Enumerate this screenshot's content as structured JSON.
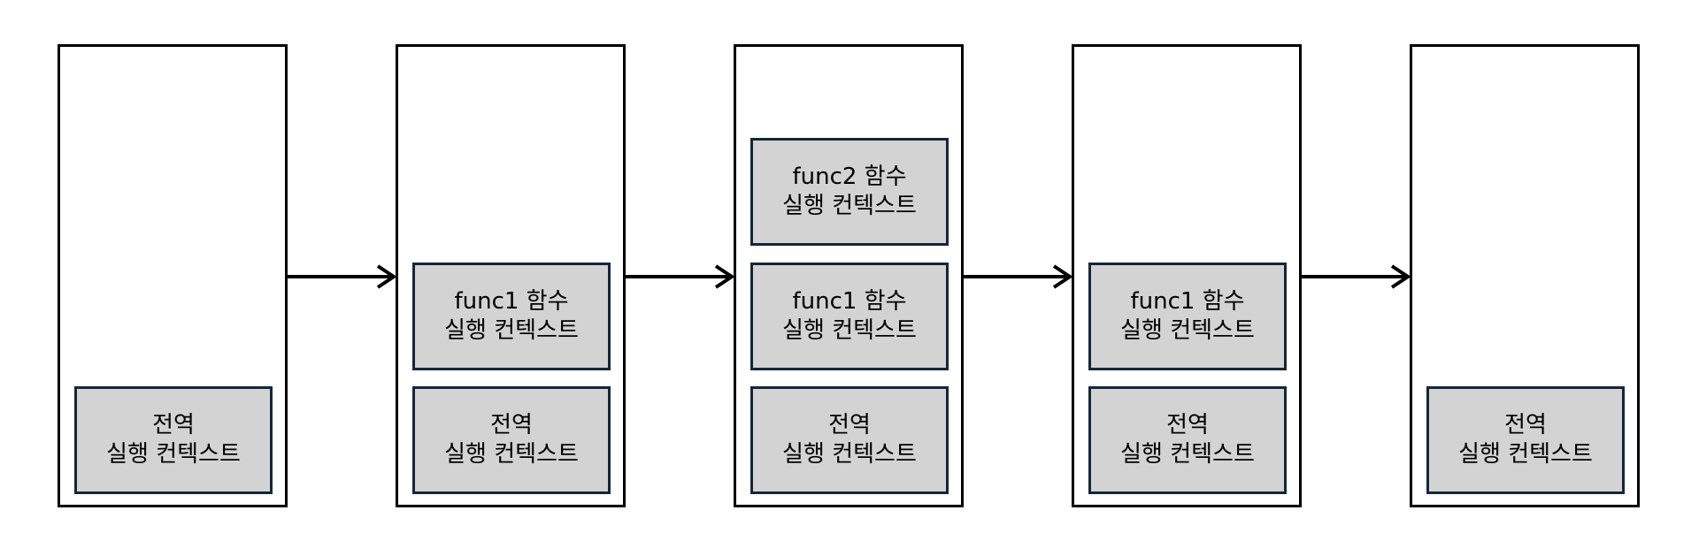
{
  "stacks": [
    {
      "frames": [
        {
          "line1": "전역",
          "line2": "실행 컨텍스트"
        }
      ]
    },
    {
      "frames": [
        {
          "line1": "func1 함수",
          "line2": "실행 컨텍스트"
        },
        {
          "line1": "전역",
          "line2": "실행 컨텍스트"
        }
      ]
    },
    {
      "frames": [
        {
          "line1": "func2 함수",
          "line2": "실행 컨텍스트"
        },
        {
          "line1": "func1 함수",
          "line2": "실행 컨텍스트"
        },
        {
          "line1": "전역",
          "line2": "실행 컨텍스트"
        }
      ]
    },
    {
      "frames": [
        {
          "line1": "func1 함수",
          "line2": "실행 컨텍스트"
        },
        {
          "line1": "전역",
          "line2": "실행 컨텍스트"
        }
      ]
    },
    {
      "frames": [
        {
          "line1": "전역",
          "line2": "실행 컨텍스트"
        }
      ]
    }
  ],
  "colors": {
    "frame_fill": "#d3d3d3",
    "frame_border": "#15263a",
    "stack_border": "#000000",
    "arrow": "#000000"
  }
}
